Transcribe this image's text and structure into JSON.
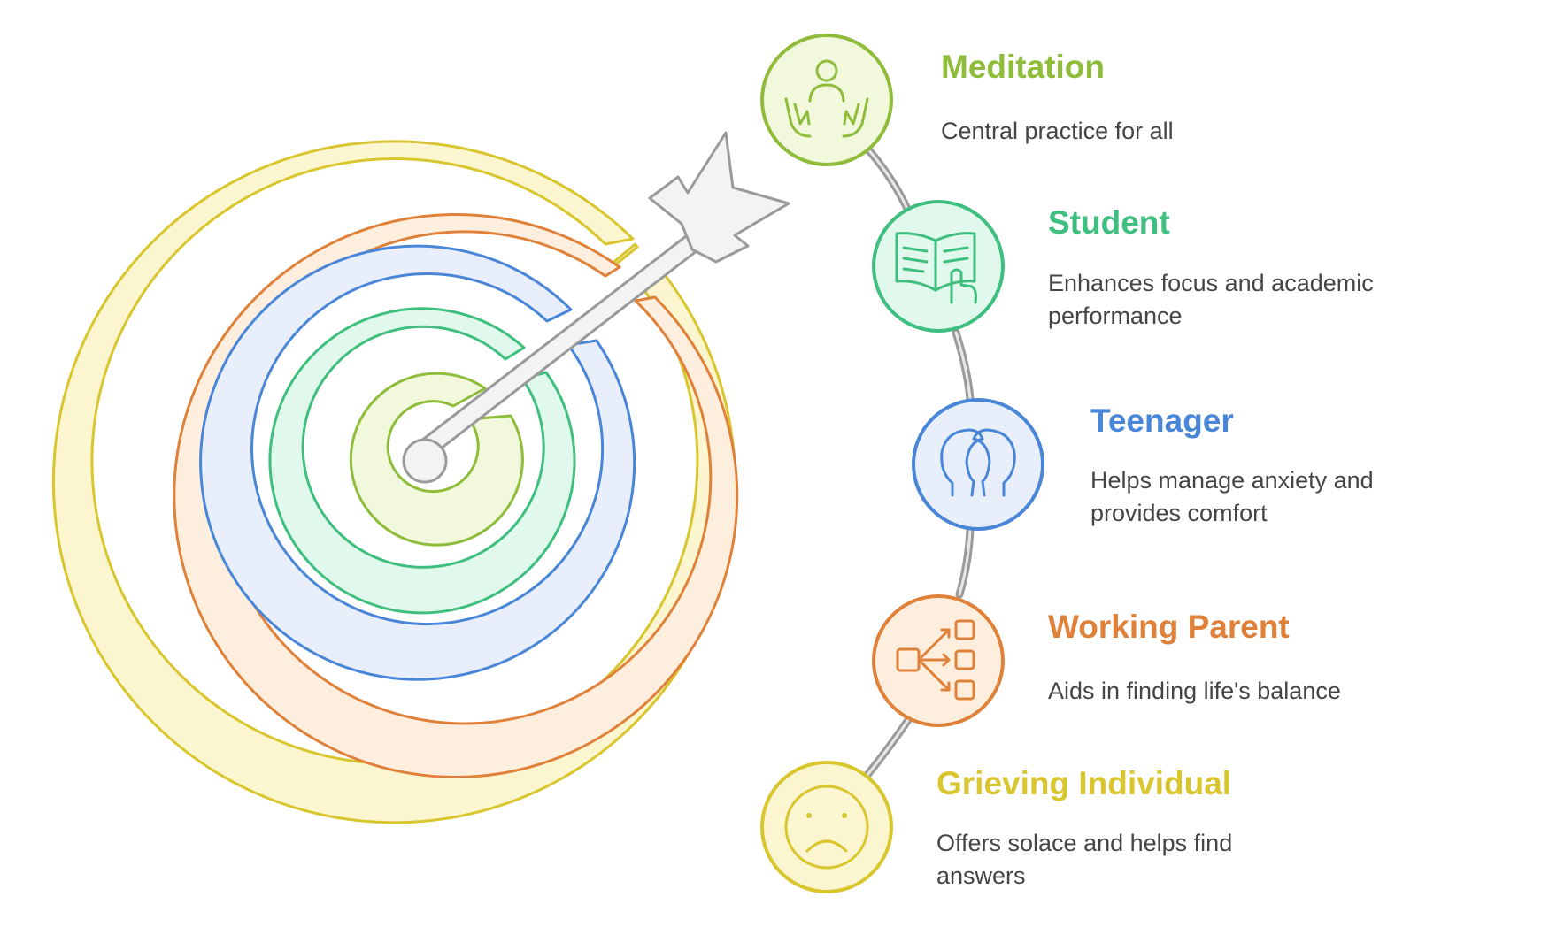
{
  "items": [
    {
      "key": "meditation",
      "title": "Meditation",
      "description": "Central practice for all",
      "color": "#8fbc3b",
      "fill": "#f1f8dc",
      "icon": "hands-person-icon"
    },
    {
      "key": "student",
      "title": "Student",
      "description": "Enhances focus and academic performance",
      "color": "#3fbf7f",
      "fill": "#e1f8ec",
      "icon": "open-book-hand-icon"
    },
    {
      "key": "teenager",
      "title": "Teenager",
      "description": "Helps manage anxiety and provides comfort",
      "color": "#4a86d8",
      "fill": "#e8effb",
      "icon": "two-heads-icon"
    },
    {
      "key": "parent",
      "title": "Working Parent",
      "description": "Aids in finding life's balance",
      "color": "#e0813a",
      "fill": "#fdeede",
      "icon": "flow-branches-icon"
    },
    {
      "key": "grieving",
      "title": "Grieving Individual",
      "description": "Offers solace and helps find answers",
      "color": "#d9c62e",
      "fill": "#fbf6cf",
      "icon": "sad-face-icon"
    }
  ]
}
